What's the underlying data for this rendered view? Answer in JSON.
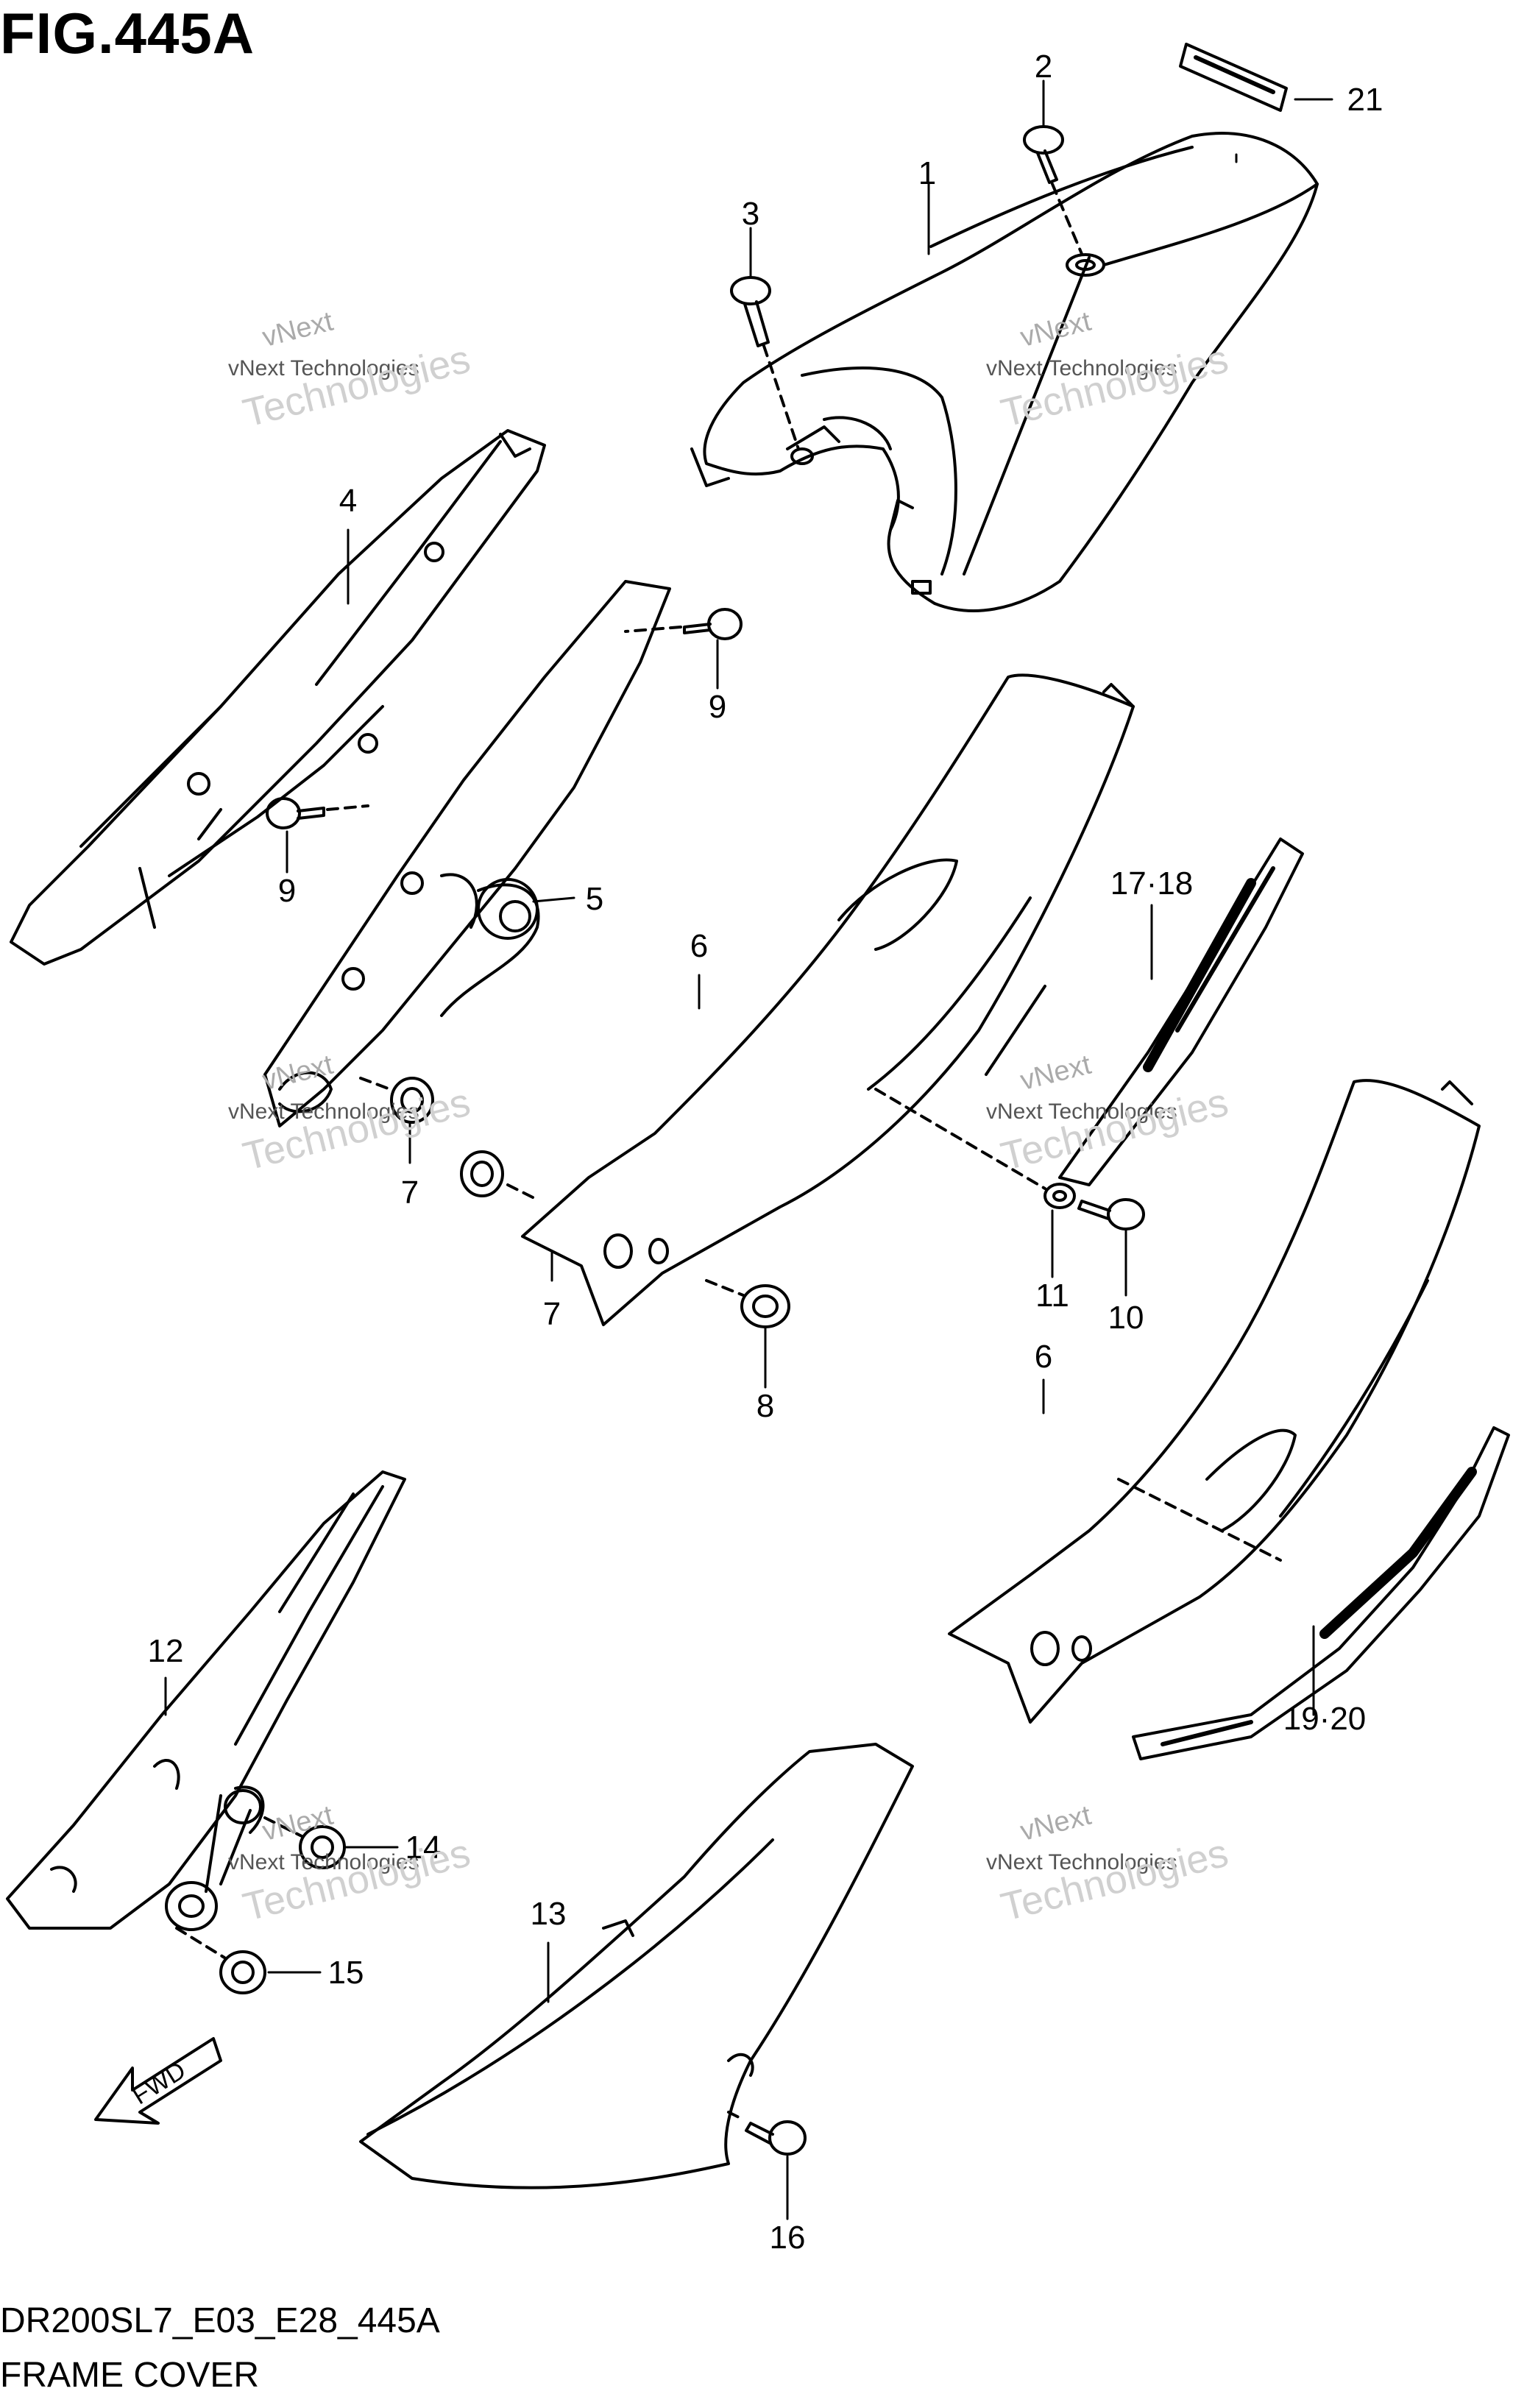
{
  "figure": {
    "title": "FIG.445A",
    "model_code": "DR200SL7_E03_E28_445A",
    "caption": "FRAME COVER"
  },
  "callouts": [
    {
      "id": "c1",
      "label": "1"
    },
    {
      "id": "c2",
      "label": "2"
    },
    {
      "id": "c3",
      "label": "3"
    },
    {
      "id": "c4",
      "label": "4"
    },
    {
      "id": "c5",
      "label": "5"
    },
    {
      "id": "c6a",
      "label": "6"
    },
    {
      "id": "c6b",
      "label": "6"
    },
    {
      "id": "c7a",
      "label": "7"
    },
    {
      "id": "c7b",
      "label": "7"
    },
    {
      "id": "c8",
      "label": "8"
    },
    {
      "id": "c9a",
      "label": "9"
    },
    {
      "id": "c9b",
      "label": "9"
    },
    {
      "id": "c10",
      "label": "10"
    },
    {
      "id": "c11",
      "label": "11"
    },
    {
      "id": "c12",
      "label": "12"
    },
    {
      "id": "c13",
      "label": "13"
    },
    {
      "id": "c14",
      "label": "14"
    },
    {
      "id": "c15",
      "label": "15"
    },
    {
      "id": "c16",
      "label": "16"
    },
    {
      "id": "c1718",
      "label": "17·18"
    },
    {
      "id": "c1920",
      "label": "19·20"
    },
    {
      "id": "c21",
      "label": "21"
    }
  ],
  "watermark": {
    "small_text": "vNext Technologies",
    "large_text": "Technologies",
    "brand": "vNext"
  },
  "direction_arrow": {
    "label": "FWD"
  },
  "colors": {
    "line": "#000000",
    "background": "#ffffff",
    "watermark": "#c8c8c8"
  }
}
